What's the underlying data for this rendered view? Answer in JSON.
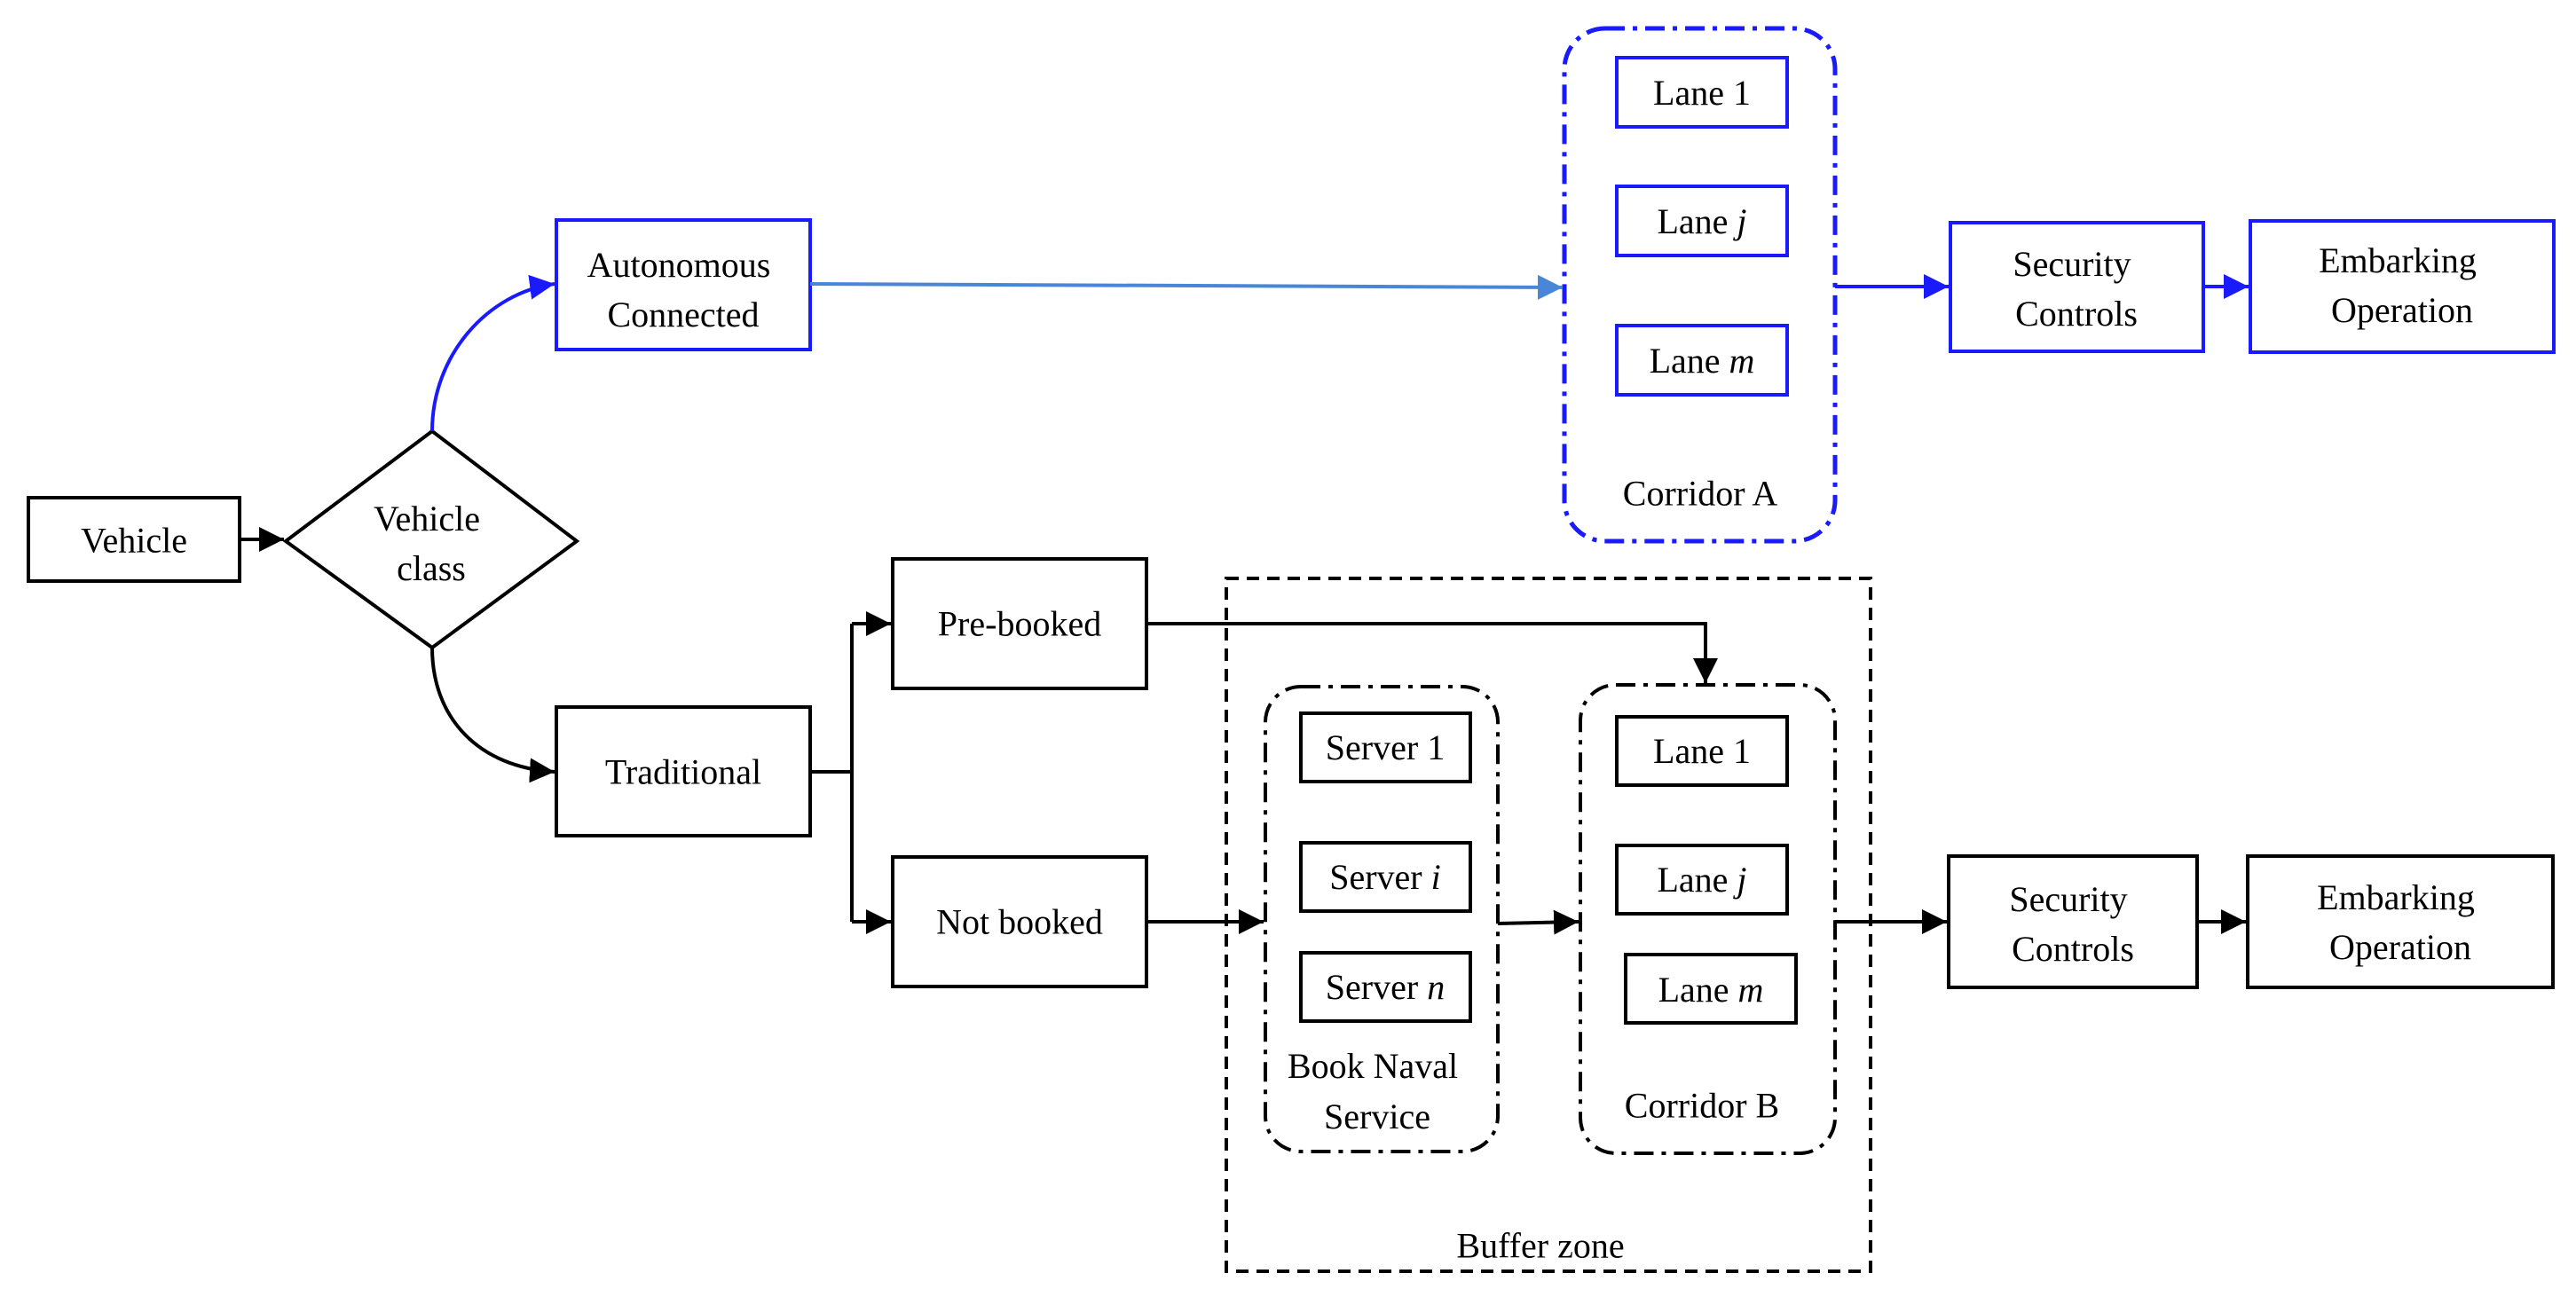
{
  "colors": {
    "blue": "#1a1aff",
    "light_blue": "#4a86d8",
    "black": "#000000"
  },
  "nodes": {
    "vehicle": "Vehicle",
    "vehicle_class": [
      "Vehicle",
      "class"
    ],
    "autonomous_connected": [
      "Autonomous",
      "Connected"
    ],
    "traditional": "Traditional",
    "pre_booked": "Pre-booked",
    "not_booked": "Not booked"
  },
  "corridor_a": {
    "label": "Corridor A",
    "lanes": [
      {
        "prefix": "Lane ",
        "idx": "1"
      },
      {
        "prefix": "Lane ",
        "idx": "j"
      },
      {
        "prefix": "Lane ",
        "idx": "m"
      }
    ]
  },
  "book_naval": {
    "label": [
      "Book Naval",
      "Service"
    ],
    "servers": [
      {
        "prefix": "Server ",
        "idx": "1"
      },
      {
        "prefix": "Server ",
        "idx": "i"
      },
      {
        "prefix": "Server ",
        "idx": "n"
      }
    ]
  },
  "corridor_b": {
    "label": "Corridor B",
    "lanes": [
      {
        "prefix": "Lane ",
        "idx": "1"
      },
      {
        "prefix": "Lane ",
        "idx": "j"
      },
      {
        "prefix": "Lane ",
        "idx": "m"
      }
    ]
  },
  "buffer_zone": "Buffer zone",
  "top_path": {
    "security": [
      "Security",
      "Controls"
    ],
    "embarking": [
      "Embarking",
      "Operation"
    ]
  },
  "bottom_path": {
    "security": [
      "Security",
      "Controls"
    ],
    "embarking": [
      "Embarking",
      "Operation"
    ]
  }
}
